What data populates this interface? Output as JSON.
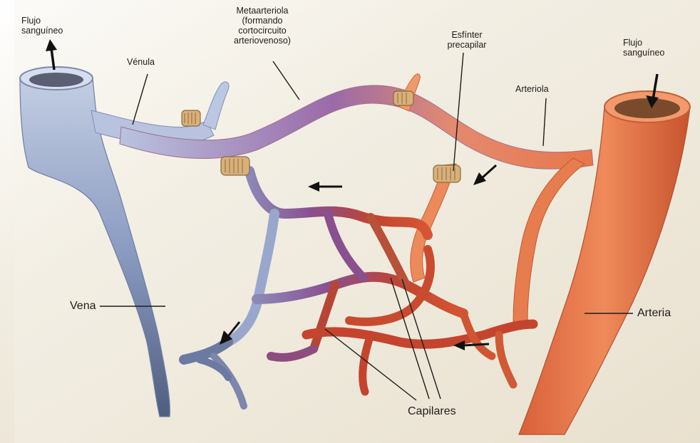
{
  "labels": {
    "flujo_left": "Flujo\nsanguíneo",
    "venula": "Vénula",
    "metaarteriola": "Metaarteriola\n(formando\ncortocircuito\narteriovenoso)",
    "esfinter": "Esfínter\nprecapilar",
    "flujo_right": "Flujo\nsanguíneo",
    "arteriola": "Arteriola",
    "vena": "Vena",
    "arteria": "Arteria",
    "capilares": "Capilares"
  },
  "colors": {
    "page_background": "#e9e1cf",
    "vein": "#9aa9c9",
    "vein_dark": "#5e6d92",
    "artery": "#e57b4c",
    "artery_dark": "#c6572d",
    "capillary_mix": "#8f5a9a",
    "capillary_red": "#c4442e",
    "sphincter": "#d8b07a"
  }
}
